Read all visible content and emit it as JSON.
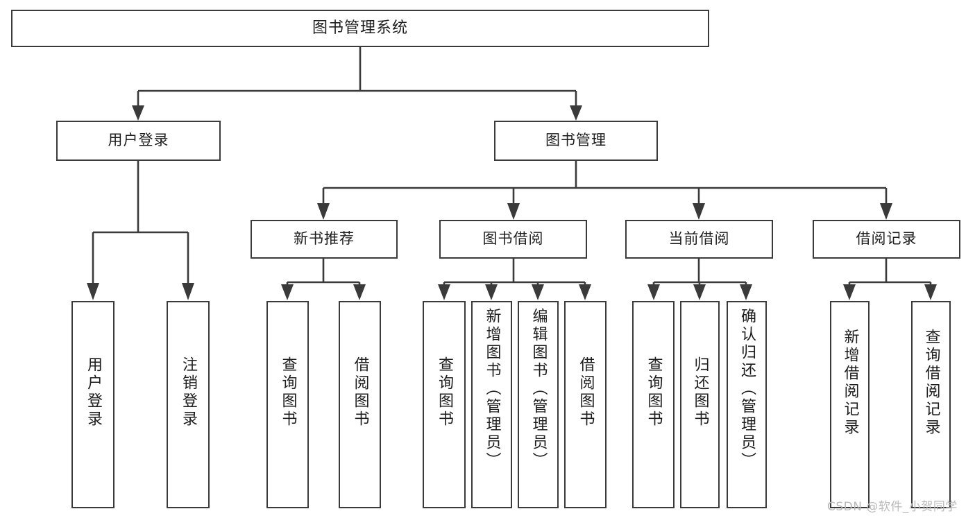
{
  "diagram": {
    "title": "图书管理系统",
    "type": "tree-hierarchy",
    "watermark": "CSDN @软件_小贺同学",
    "colors": {
      "stroke": "#3a3a3a",
      "background": "#ffffff",
      "text": "#1d1d1d",
      "watermark": "#b9b9b9"
    },
    "root": {
      "label": "图书管理系统"
    },
    "level1": [
      {
        "label": "用户登录"
      },
      {
        "label": "图书管理"
      }
    ],
    "level2": [
      {
        "label": "新书推荐"
      },
      {
        "label": "图书借阅"
      },
      {
        "label": "当前借阅"
      },
      {
        "label": "借阅记录"
      }
    ],
    "leaves": {
      "user_login": [
        {
          "label": "用户登录"
        },
        {
          "label": "注销登录"
        }
      ],
      "new_book_recommend": [
        {
          "label": "查询图书"
        },
        {
          "label": "借阅图书"
        }
      ],
      "book_borrow": [
        {
          "label": "查询图书"
        },
        {
          "label": "新增图书（管理员）"
        },
        {
          "label": "编辑图书（管理员）"
        },
        {
          "label": "借阅图书"
        }
      ],
      "current_borrow": [
        {
          "label": "查询图书"
        },
        {
          "label": "归还图书"
        },
        {
          "label": "确认归还（管理员）"
        }
      ],
      "borrow_record": [
        {
          "label": "新增借阅记录"
        },
        {
          "label": "查询借阅记录"
        }
      ]
    }
  }
}
